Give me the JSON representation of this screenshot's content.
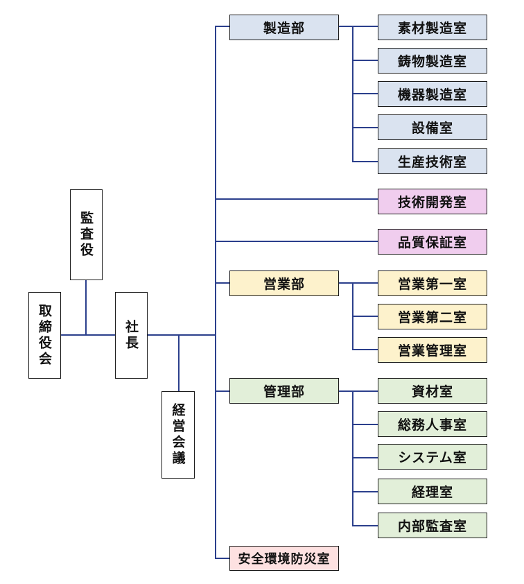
{
  "board": "取締役会",
  "auditor": "監査役",
  "president": "社長",
  "management_meeting": "経営会議",
  "divisions": {
    "manufacturing": {
      "name": "製造部",
      "rooms": [
        "素材製造室",
        "鋳物製造室",
        "機器製造室",
        "設備室",
        "生産技術室"
      ]
    },
    "rd": "技術開発室",
    "quality": "品質保証室",
    "sales": {
      "name": "営業部",
      "rooms": [
        "営業第一室",
        "営業第二室",
        "営業管理室"
      ]
    },
    "admin": {
      "name": "管理部",
      "rooms": [
        "資材室",
        "総務人事室",
        "システム室",
        "経理室",
        "内部監査室"
      ]
    },
    "safety": "安全環境防災室"
  },
  "colors": {
    "line": "#2b3f8c",
    "manufacturing": "#dae3f0",
    "rd_quality": "#f0cdee",
    "sales": "#fdf2cc",
    "admin": "#e2efd9",
    "safety": "#fde1e1"
  }
}
